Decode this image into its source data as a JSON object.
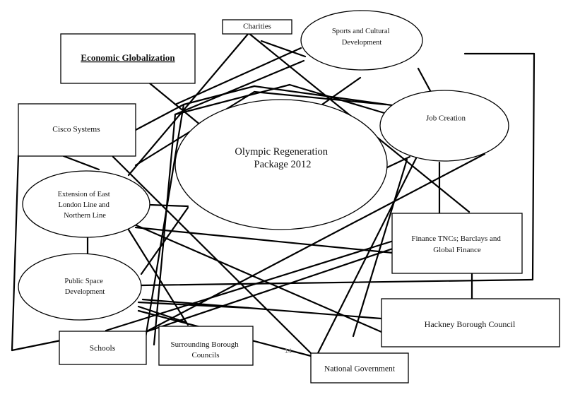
{
  "nodes": {
    "economic_globalization": "Economic Globalization",
    "charities": "Charities",
    "sports_cultural": [
      "Sports and Cultural",
      "Development"
    ],
    "cisco_systems": "Cisco Systems",
    "job_creation": "Job Creation",
    "olympic_regeneration": [
      "Olympic Regeneration",
      "Package 2012"
    ],
    "extension_east_london": [
      "Extension of East",
      "London Line and",
      "Northern Line"
    ],
    "finance_tncs": [
      "Finance TNCs; Barclays and",
      "Global Finance"
    ],
    "public_space": [
      "Public Space",
      "Development"
    ],
    "hackney": "Hackney Borough Council",
    "schools": "Schools",
    "surrounding_boroughs": [
      "Surrounding Borough",
      "Councils"
    ],
    "national_government": "National Government"
  },
  "page_number": "14"
}
